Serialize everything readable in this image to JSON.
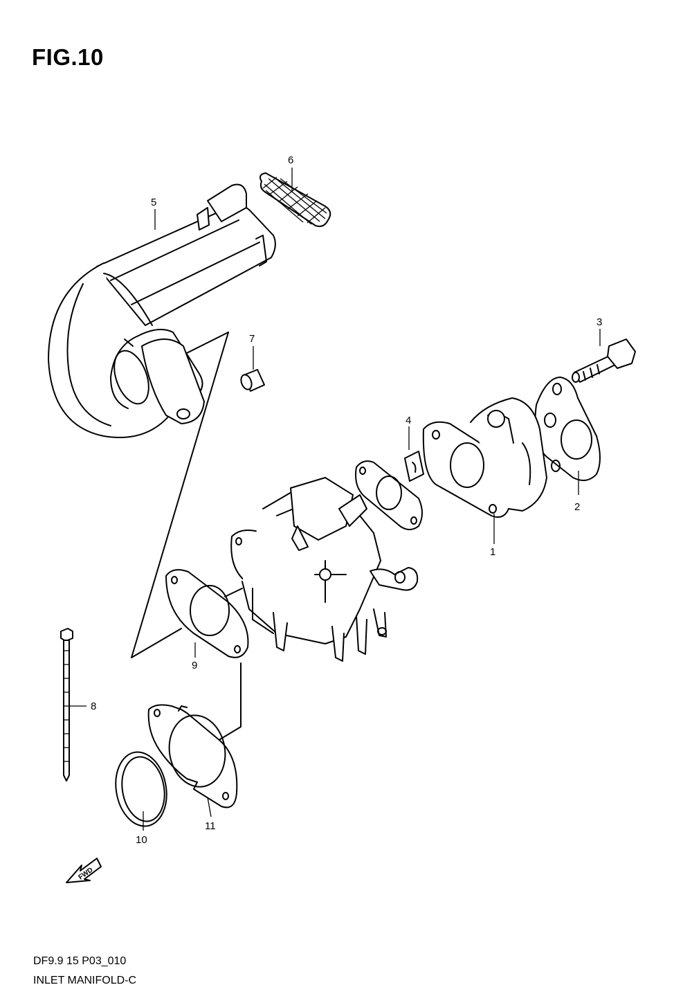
{
  "figure": {
    "title": "FIG.10",
    "model_code": "DF9.9 15 P03_010",
    "caption": "INLET MANIFOLD-C"
  },
  "callouts": [
    "1",
    "2",
    "3",
    "4",
    "5",
    "6",
    "7",
    "8",
    "9",
    "10",
    "11"
  ],
  "arrow": {
    "label": "FWD"
  },
  "colors": {
    "line": "#000000",
    "background": "#ffffff"
  }
}
